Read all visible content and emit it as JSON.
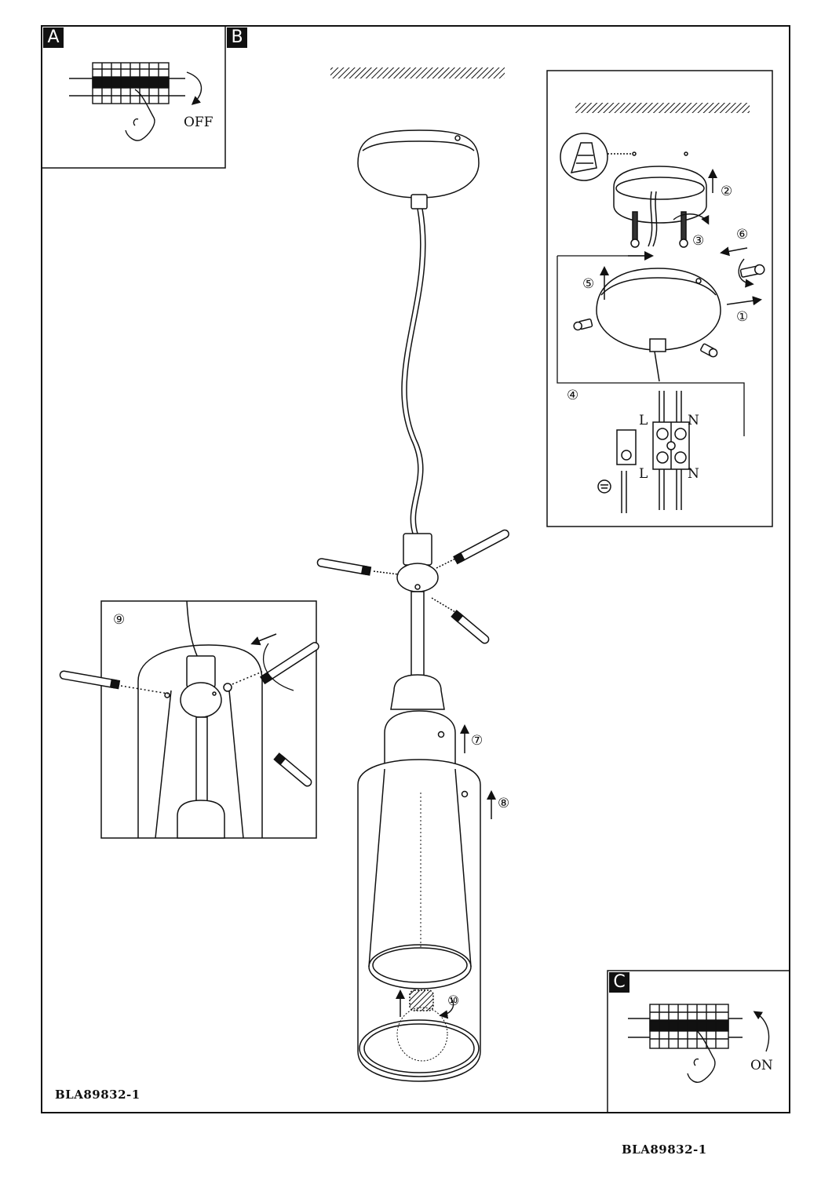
{
  "panels": {
    "a": {
      "tag": "A",
      "state_label": "OFF"
    },
    "b": {
      "tag": "B"
    },
    "c": {
      "tag": "C",
      "state_label": "ON"
    }
  },
  "steps": [
    "①",
    "②",
    "③",
    "④",
    "⑤",
    "⑥",
    "⑦",
    "⑧",
    "⑨",
    "⑩"
  ],
  "terminal_labels": {
    "live": "L",
    "neutral": "N"
  },
  "document_code": "BLA89832-1",
  "footer_code": "BLA89832-1"
}
